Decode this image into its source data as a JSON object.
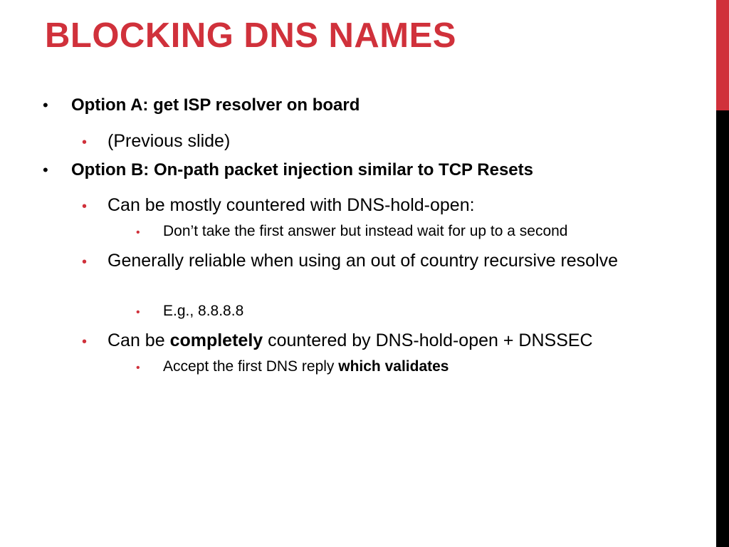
{
  "theme": {
    "accent_color": "#d0313b",
    "bar_dark_color": "#000000",
    "text_color": "#000000"
  },
  "slide": {
    "title": "BLOCKING DNS NAMES",
    "bullets": [
      {
        "level": 1,
        "bullet": "•",
        "text": "Option A: get ISP resolver on board"
      },
      {
        "level": 2,
        "bullet": "•",
        "text": "(Previous slide)"
      },
      {
        "level": 1,
        "bullet": "•",
        "text": "Option B: On-path packet injection similar to TCP Resets"
      },
      {
        "level": 2,
        "bullet": "•",
        "text": "Can be mostly countered with DNS-hold-open:"
      },
      {
        "level": 3,
        "bullet": "•",
        "text": "Don’t take the first answer but instead wait for up to a second"
      },
      {
        "level": 2,
        "bullet": "•",
        "text": "Generally reliable when using an out of country recursive resolve"
      },
      {
        "level": 3,
        "bullet": "•",
        "text": "E.g., 8.8.8.8"
      },
      {
        "level": 2,
        "bullet": "•",
        "text_before": "Can be ",
        "text_bold": "completely",
        "text_after": " countered by DNS-hold-open + DNSSEC"
      },
      {
        "level": 3,
        "bullet": "•",
        "text_before": "Accept the first DNS reply ",
        "text_bold": "which validates"
      }
    ]
  }
}
